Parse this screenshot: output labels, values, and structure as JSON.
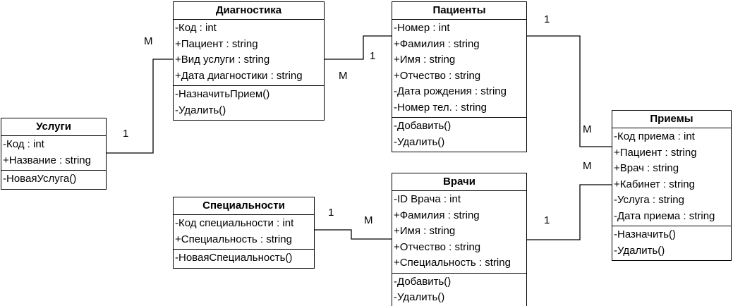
{
  "classes": {
    "diagnostika": {
      "name": "Диагностика",
      "attributes": [
        "-Код : int",
        "+Пациент : string",
        "+Вид услуги : string",
        "+Дата диагностики : string"
      ],
      "operations": [
        "-НазначитьПрием()",
        "-Удалить()"
      ]
    },
    "patsienty": {
      "name": "Пациенты",
      "attributes": [
        "-Номер : int",
        "+Фамилия : string",
        "+Имя : string",
        "+Отчество : string",
        "-Дата рождения : string",
        "-Номер тел. : string"
      ],
      "operations": [
        "-Добавить()",
        "-Удалить()"
      ]
    },
    "uslugi": {
      "name": "Услуги",
      "attributes": [
        "-Код : int",
        "+Название : string"
      ],
      "operations": [
        "-НоваяУслуга()"
      ]
    },
    "priemy": {
      "name": "Приемы",
      "attributes": [
        "-Код приема : int",
        "+Пациент : string",
        "+Врач : string",
        "+Кабинет : string",
        "-Услуга : string",
        "-Дата приема : string"
      ],
      "operations": [
        "-Назначить()",
        "-Удалить()"
      ]
    },
    "spetsialnosti": {
      "name": "Специальности",
      "attributes": [
        "-Код специальности : int",
        "+Специальность : string"
      ],
      "operations": [
        "-НоваяСпециальность()"
      ]
    },
    "vrachi": {
      "name": "Врачи",
      "attributes": [
        "-ID Врача : int",
        "+Фамилия : string",
        "+Имя : string",
        "+Отчество : string",
        "+Специальность : string"
      ],
      "operations": [
        "-Добавить()",
        "-Удалить()"
      ]
    }
  },
  "multiplicities": {
    "diag_uslugi_m": "M",
    "diag_uslugi_1": "1",
    "diag_pats_m": "M",
    "diag_pats_1": "1",
    "pats_priemy_1": "1",
    "pats_priemy_m": "M",
    "vrachi_priemy_m": "M",
    "vrachi_priemy_1": "1",
    "spec_vrachi_1": "1",
    "spec_vrachi_m": "M"
  }
}
